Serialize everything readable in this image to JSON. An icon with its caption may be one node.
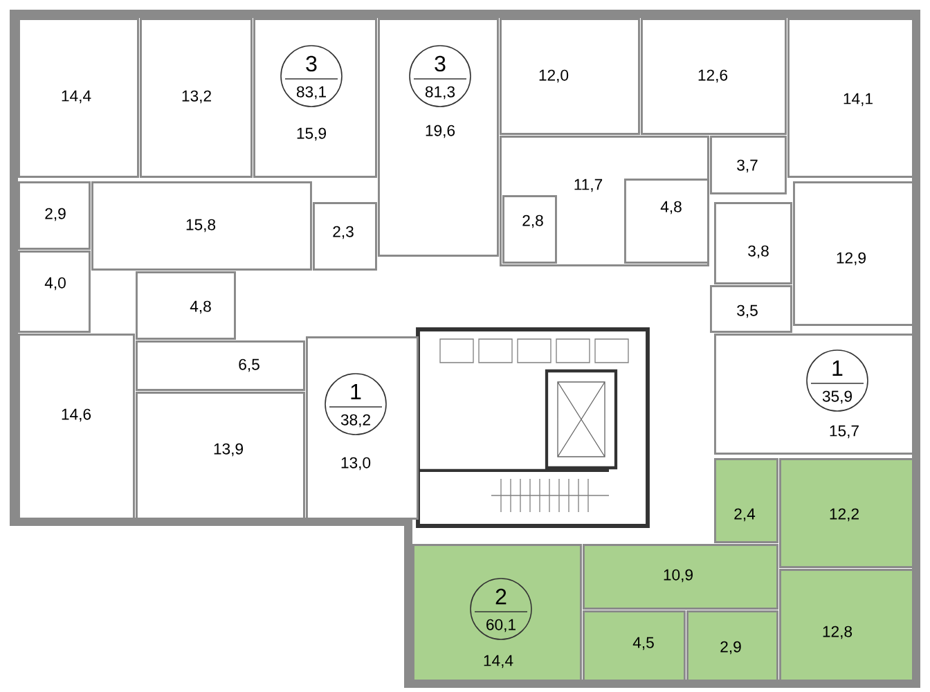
{
  "diagram": {
    "nodes": [
      {
        "text": [
          "14,4"
        ]
      },
      {
        "text": [
          "13,2"
        ]
      },
      {
        "text": [
          "15,9"
        ]
      },
      {
        "text": [
          "19,6"
        ]
      },
      {
        "text": [
          "12,0"
        ]
      },
      {
        "text": [
          "12,6"
        ]
      },
      {
        "text": [
          "14,1"
        ]
      },
      {
        "text": [
          "2,9"
        ]
      },
      {
        "text": [
          "15,8"
        ]
      },
      {
        "text": [
          "2,3"
        ]
      },
      {
        "text": [
          "11,7"
        ]
      },
      {
        "text": [
          "2,8"
        ],
        "in": 10
      },
      {
        "text": [
          "4,8"
        ],
        "in": 10
      },
      {
        "text": [
          "3,7"
        ]
      },
      {
        "text": [
          "3,8"
        ]
      },
      {
        "text": [
          "12,9"
        ]
      },
      {
        "text": [
          "3,5"
        ]
      },
      {
        "text": [
          "4,0"
        ]
      },
      {
        "text": [
          "4,8"
        ]
      },
      {
        "text": [
          "6,5"
        ]
      },
      {
        "text": [
          "14,6"
        ]
      },
      {
        "text": [
          "13,9"
        ]
      },
      {
        "text": [
          "13,0"
        ]
      },
      {
        "text": [
          "15,7"
        ]
      },
      {
        "text": [
          "2,4"
        ]
      },
      {
        "text": [
          "12,2"
        ]
      },
      {
        "text": [
          "10,9"
        ]
      },
      {
        "text": [
          "14,4"
        ]
      },
      {
        "text": [
          "4,5"
        ]
      },
      {
        "text": [
          "2,9"
        ]
      },
      {
        "text": [
          "12,8"
        ]
      },
      {
        "text": [
          "3",
          "83,1"
        ],
        "in": 2
      },
      {
        "text": [
          "3",
          "81,3"
        ],
        "in": 3
      },
      {
        "text": [
          "1",
          "38,2"
        ],
        "in": 22
      },
      {
        "text": [
          "1",
          "35,9"
        ],
        "in": 23
      },
      {
        "text": [
          "2",
          "60,1"
        ],
        "in": 27
      }
    ]
  }
}
